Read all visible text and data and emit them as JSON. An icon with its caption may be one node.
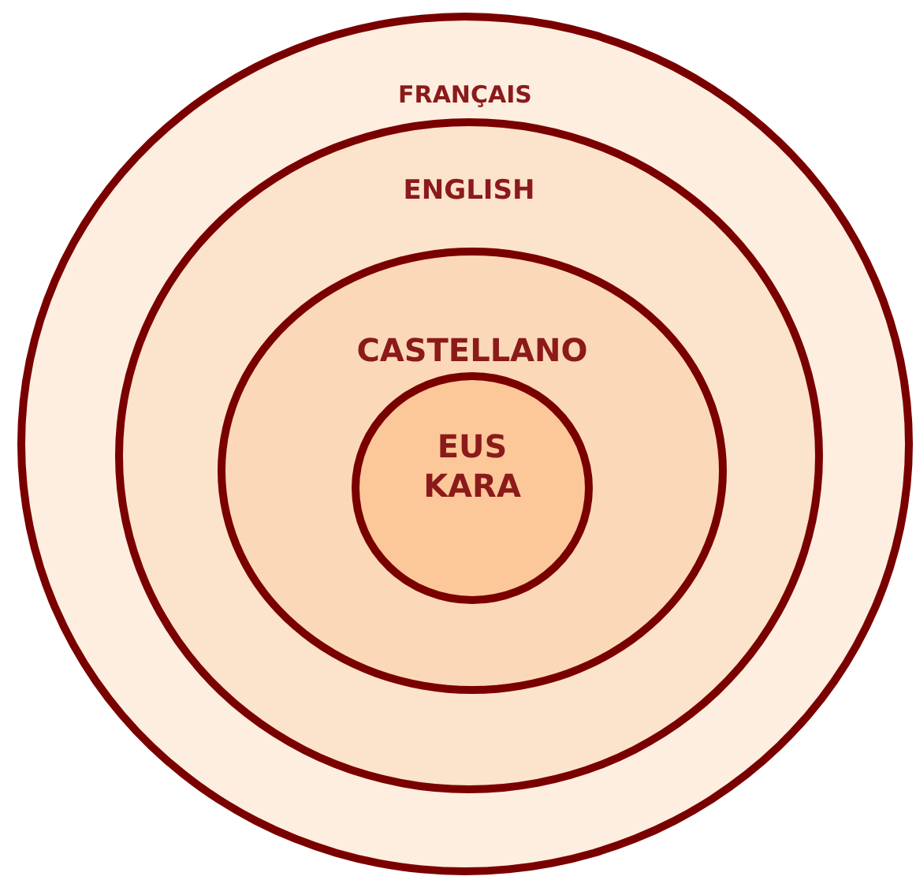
{
  "diagram": {
    "nodes": [
      {
        "text": [
          "FRANÇAIS"
        ]
      },
      {
        "text": [
          "ENGLISH"
        ],
        "in": 0
      },
      {
        "text": [
          "CASTELLANO"
        ],
        "in": 1
      },
      {
        "text": [
          "EUS KARA"
        ],
        "in": 2
      }
    ]
  }
}
